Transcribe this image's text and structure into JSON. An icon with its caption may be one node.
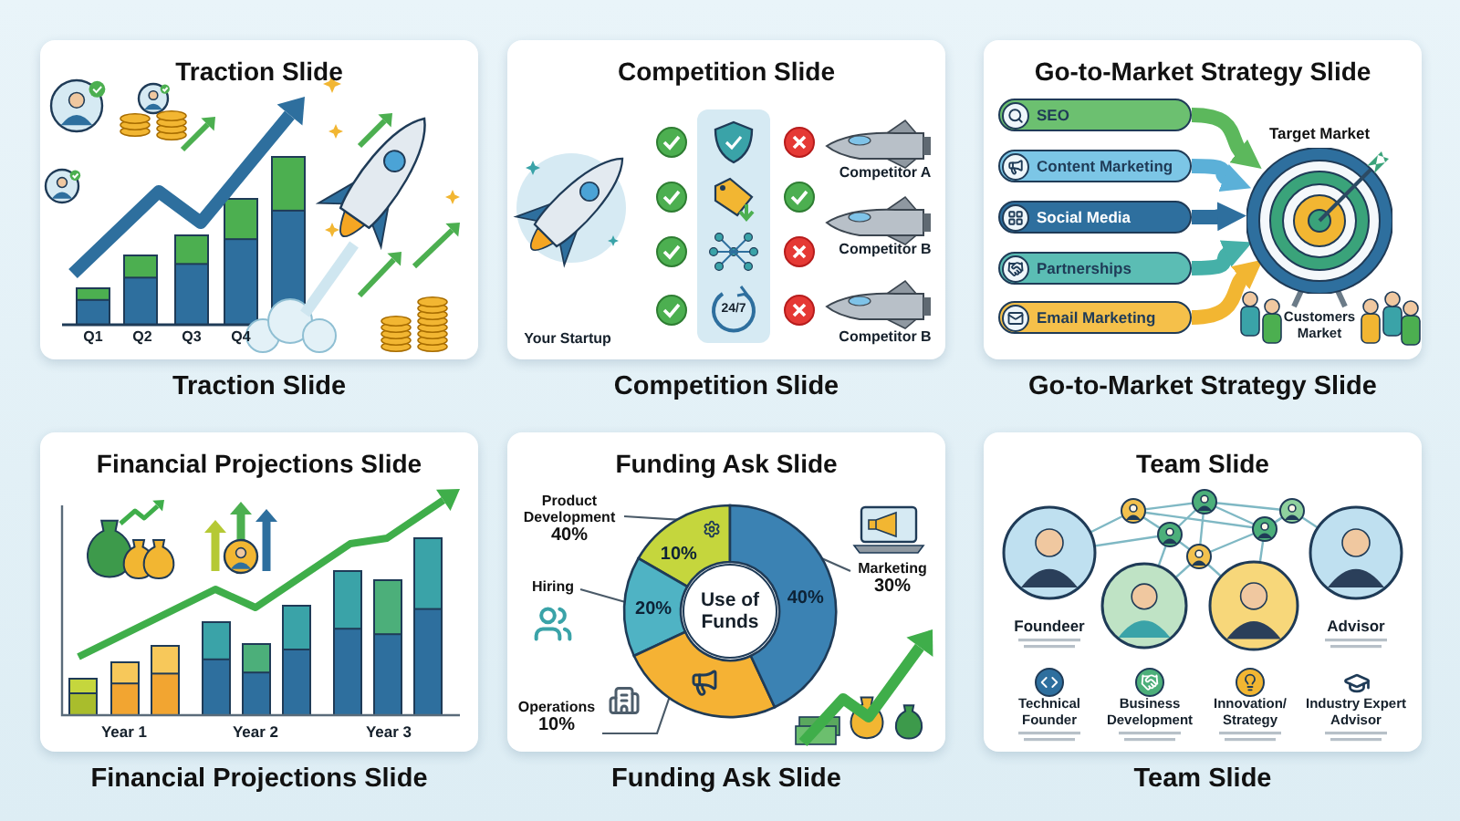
{
  "diagram": {
    "nodes": [
      {
        "text": [
          "Traction Slide"
        ],
        "beside": [
          "Traction Slide"
        ]
      },
      {
        "text": [
          "Competition Slide"
        ],
        "beside": [
          "Competition Slide"
        ]
      },
      {
        "text": [
          "Go-to-Market Strategy Slide"
        ],
        "beside": [
          "Go-to-Market Strategy Slide"
        ]
      },
      {
        "text": [
          "SEO"
        ],
        "in": 2
      },
      {
        "text": [
          "Content Marketing"
        ],
        "in": 2
      },
      {
        "text": [
          "Social Media"
        ],
        "in": 2
      },
      {
        "text": [
          "Partnerships"
        ],
        "in": 2
      },
      {
        "text": [
          "Email Marketing"
        ],
        "in": 2
      },
      {
        "text": [
          "Target Market"
        ],
        "in": 2
      },
      {
        "text": [
          "Financial Projections Slide"
        ],
        "beside": [
          "Financial Projections Slide"
        ]
      },
      {
        "text": [
          "Funding Ask Slide"
        ],
        "beside": [
          "Funding Ask Slide"
        ]
      },
      {
        "text": [
          "Product Development",
          "40%"
        ],
        "in": 10
      },
      {
        "text": [
          "Hiring"
        ],
        "in": 10
      },
      {
        "text": [
          "Operations",
          "10%"
        ],
        "in": 10
      },
      {
        "text": [
          "Marketing",
          "30%"
        ],
        "in": 10
      },
      {
        "text": [
          "10%"
        ],
        "in": 10
      },
      {
        "text": [
          "20%"
        ],
        "in": 10
      },
      {
        "text": [],
        "shape": "wedge",
        "in": 10
      },
      {
        "text": [
          "40%"
        ],
        "in": 10
      },
      {
        "text": [
          "Use of Funds"
        ],
        "in": 10
      },
      {
        "text": [
          "Team Slide"
        ],
        "beside": [
          "Team Slide"
        ]
      }
    ],
    "edges": [
      {
        "from": 3,
        "to": 8,
        "arrow": "to",
        "color": "#5cb85c"
      },
      {
        "from": 4,
        "to": 8,
        "arrow": "to",
        "color": "#5bb0d8"
      },
      {
        "from": 5,
        "to": 8,
        "arrow": "to",
        "color": "#2e6f9e"
      },
      {
        "from": 6,
        "to": 8,
        "arrow": "to",
        "color": "#45b0a8"
      },
      {
        "from": 7,
        "to": 8,
        "arrow": "to",
        "color": "#f2b632"
      },
      {
        "from": 11,
        "to": 15,
        "arrow": "none"
      },
      {
        "from": 12,
        "to": 16,
        "arrow": "none"
      },
      {
        "from": 13,
        "to": 17,
        "arrow": "none"
      },
      {
        "from": 14,
        "to": 18,
        "arrow": "none"
      }
    ],
    "labels": [
      "Q1",
      "Q2",
      "Q3",
      "Q4",
      "Your Startup",
      "24/7",
      "Competitor A",
      "Competitor B",
      "Competitor B",
      "Customers Market",
      "Year 1",
      "Year 2",
      "Year 3",
      "Foundeer",
      "Advisor",
      "Technical Founder",
      "Business Development",
      "Innovation/ Strategy",
      "Industry Expert Advisor"
    ]
  }
}
